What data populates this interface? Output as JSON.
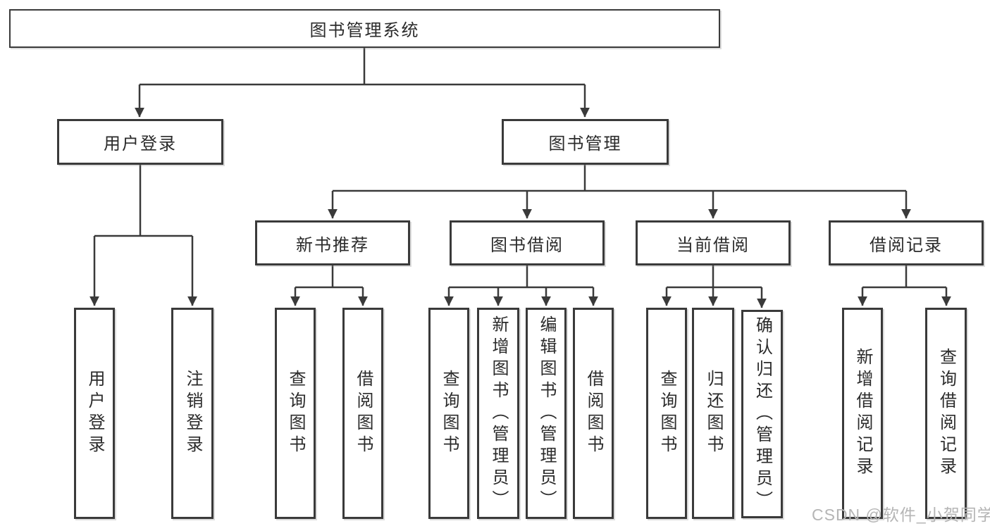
{
  "watermark": {
    "text": "CSDN @软件_小贺同学"
  },
  "tree": {
    "label": "图书管理系统",
    "children": [
      {
        "label": "用户登录",
        "children": [
          {
            "label": "用户登录"
          },
          {
            "label": "注销登录"
          }
        ]
      },
      {
        "label": "图书管理",
        "children": [
          {
            "label": "新书推荐",
            "children": [
              {
                "label": "查询图书"
              },
              {
                "label": "借阅图书"
              }
            ]
          },
          {
            "label": "图书借阅",
            "children": [
              {
                "label": "查询图书"
              },
              {
                "label": "新增图书（管理员）"
              },
              {
                "label": "编辑图书（管理员）"
              },
              {
                "label": "借阅图书"
              }
            ]
          },
          {
            "label": "当前借阅",
            "children": [
              {
                "label": "查询图书"
              },
              {
                "label": "归还图书"
              },
              {
                "label": "确认归还（管理员）"
              }
            ]
          },
          {
            "label": "借阅记录",
            "children": [
              {
                "label": "新增借阅记录"
              },
              {
                "label": "查询借阅记录"
              }
            ]
          }
        ]
      }
    ]
  }
}
